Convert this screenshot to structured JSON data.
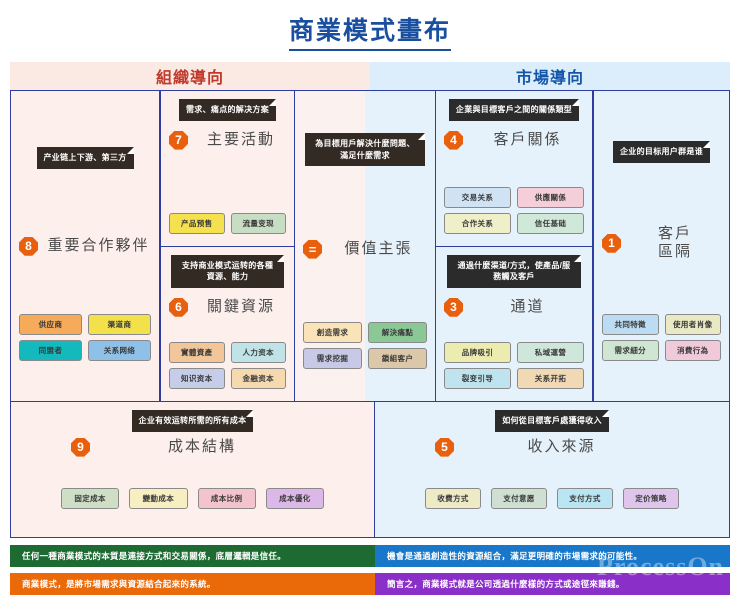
{
  "title": "商業模式畫布",
  "band": {
    "left": "組織導向",
    "right": "市場導向"
  },
  "blocks": {
    "key_partners": {
      "number": "8",
      "label": "重要合作夥伴",
      "note": "产业链上下游、第三方",
      "tags": [
        "供应商",
        "渠道商",
        "同盟者",
        "关系网络"
      ]
    },
    "key_activities": {
      "number": "7",
      "label": "主要活動",
      "note": "需求、痛点的解决方案",
      "tags": [
        "产品预售",
        "流量变现"
      ]
    },
    "key_resources": {
      "number": "6",
      "label": "關鍵資源",
      "note": "支持商业模式运转的各種資源、能力",
      "tags": [
        "實體資產",
        "人力资本",
        "知识资本",
        "金融资本"
      ]
    },
    "value_proposition": {
      "number": "=",
      "label": "價值主張",
      "note": "為目標用戶解決什麼問題、滿足什麼需求",
      "tags": [
        "創造需求",
        "解決痛點",
        "需求挖掘",
        "鎖組客户"
      ]
    },
    "customer_relationships": {
      "number": "4",
      "label": "客戶關係",
      "note": "企業與目標客戶之間的關係類型",
      "tags": [
        "交易关系",
        "供應關係",
        "合作关系",
        "信任基础"
      ]
    },
    "channels": {
      "number": "3",
      "label": "通道",
      "note": "通過什麼渠道/方式，使產品/服務觸及客戶",
      "tags": [
        "品牌吸引",
        "私域運營",
        "裂变引导",
        "关系开拓"
      ]
    },
    "customer_segments": {
      "number": "1",
      "label": "客戶\n區隔",
      "note": "企业的目标用户群是谁",
      "tags": [
        "共同特徵",
        "使用者肖像",
        "需求細分",
        "消費行為"
      ]
    },
    "cost_structure": {
      "number": "9",
      "label": "成本結構",
      "note": "企业有效运转所需的所有成本",
      "tags": [
        "固定成本",
        "變動成本",
        "成本比例",
        "成本優化"
      ]
    },
    "revenue_streams": {
      "number": "5",
      "label": "收入來源",
      "note": "如何從目標客戶處獲得收入",
      "tags": [
        "收費方式",
        "支付意愿",
        "支付方式",
        "定价策略"
      ]
    }
  },
  "footer": {
    "green": "任何一種商業模式的本質是連接方式和交易關係，底層邏輯是信任。",
    "blue": "機會是通過創造性的資源組合，滿足更明確的市場需求的可能性。",
    "orange": "商業模式，是將市場需求與資源結合起來的系統。",
    "purple": "簡言之，商業模式就是公司透過什麼樣的方式或途徑來賺錢。"
  },
  "watermark": "ProcessOn",
  "colors": {
    "title": "#1a4fa0",
    "band_left_bg": "#fbe9e4",
    "band_left_text": "#c0392b",
    "band_right_bg": "#dceefb",
    "band_right_text": "#1457a8",
    "badge": "#e8600d",
    "note_bg": "#2b2b2b",
    "cell_border": "#2f3e9e"
  },
  "tag_colors": {
    "key_partners": [
      "#f5ab5a",
      "#f2e14a",
      "#14b9bd",
      "#8fc0e8"
    ],
    "key_activities": [
      "#f5e14f",
      "#c7ddc4"
    ],
    "key_resources": [
      "#f3c69a",
      "#bfe3e6",
      "#c6cde8",
      "#f7d9b0"
    ],
    "value_proposition": [
      "#fae3b8",
      "#8ac995",
      "#c8c9e6",
      "#dbc8a8"
    ],
    "customer_relationships": [
      "#cfe3f5",
      "#f4cfd9",
      "#eff0c8",
      "#cfe8d8"
    ],
    "channels": [
      "#ecebb0",
      "#cfe6da",
      "#bfe4ef",
      "#f2d9b5"
    ],
    "customer_segments": [
      "#bcdcf3",
      "#e9e9c4",
      "#cfe6d2",
      "#f0cada"
    ],
    "cost_structure": [
      "#cfdfc6",
      "#f7eec2",
      "#f3c4cd",
      "#dcb8e8"
    ],
    "revenue_streams": [
      "#eeeac6",
      "#cfdfd2",
      "#b9e6f2",
      "#dfc4ec"
    ]
  }
}
